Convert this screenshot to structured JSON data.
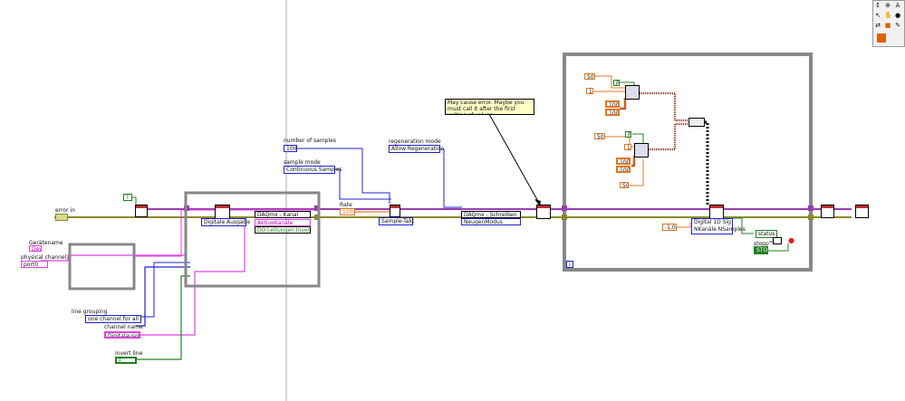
{
  "palette": {
    "title": "tools palette",
    "tools": [
      "↕",
      "⊕",
      "A",
      "↖",
      "✋",
      "●",
      "⇄",
      "■",
      "✎"
    ]
  },
  "error_in": {
    "label": "error in"
  },
  "device": {
    "name_label": "Gerätename",
    "name_value": "Dev1",
    "physical_label": "physical channel",
    "physical_value": "port0"
  },
  "line_grouping": {
    "label": "line grouping",
    "value": "one channel for all"
  },
  "channel_name": {
    "label": "channel name",
    "value": "Digitalausgang"
  },
  "invert_line": {
    "label": "invert line",
    "value": "F"
  },
  "true_const": "T",
  "create_channel": {
    "title": "DAQmx - Kanal",
    "mode": "Digitale Ausgabe",
    "prop1": "AktiveKanäle",
    "prop2": "DO.Leitungen Invertieren"
  },
  "timing": {
    "samples_label": "number of samples",
    "samples_value": "1000",
    "mode_label": "sample mode",
    "mode_value": "Continuous Samples",
    "rate_label": "Rate",
    "rate_value": "1000",
    "vi_label": "Sample-Takt"
  },
  "regen": {
    "label": "regeneration mode",
    "value": "Allow Regeneration"
  },
  "write": {
    "title": "DAQmx - Schreiben",
    "prop": "NeugenModus"
  },
  "comment": "May cause error. Maybe you must call it after the first writing of values.",
  "loop": {
    "gen1": {
      "a": "500",
      "b": "1",
      "c": "1000",
      "d": "1000",
      "e": "F"
    },
    "gen2": {
      "a": "500",
      "b": "1",
      "c": "1000",
      "d": "1000",
      "e": "F",
      "f": "50"
    },
    "write_type": "Digital 1D Sig\nNKanäle NSamples",
    "neg_const": "-1,00",
    "status_label": "status",
    "stop_label": "stopp",
    "stop_value": "STOP",
    "iter": "i"
  }
}
